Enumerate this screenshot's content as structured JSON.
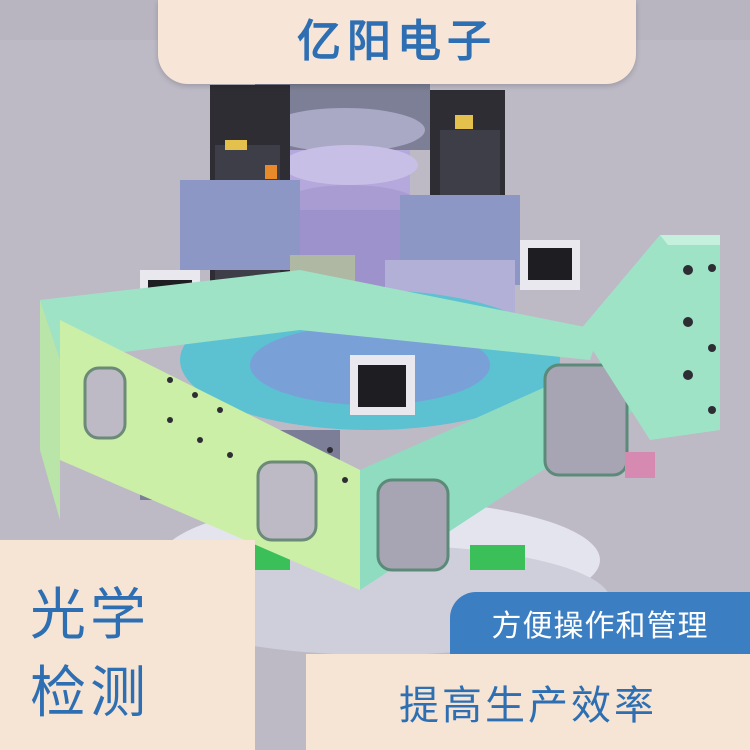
{
  "brand": "亿阳电子",
  "badge": {
    "line1": "光学",
    "line2": "检测"
  },
  "features": {
    "tag1": "方便操作和管理",
    "tag2": "提高生产效率"
  },
  "colors": {
    "accent_blue": "#2e6fb3",
    "tag_blue": "#3b7ec2",
    "panel_cream": "#f6e5d4",
    "frame_green": "#9fe3c6",
    "background_gray": "#bfbcc7"
  }
}
